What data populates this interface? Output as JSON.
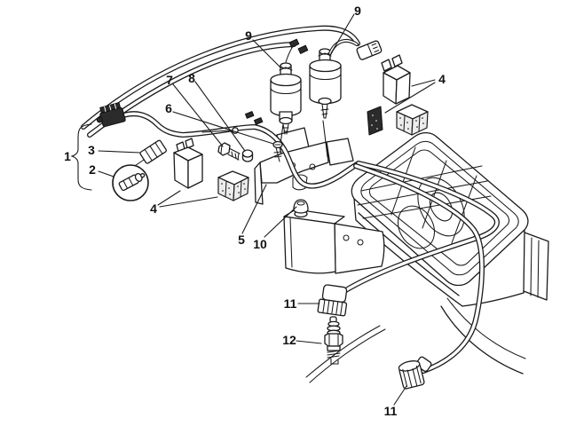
{
  "figure": {
    "type": "exploded-parts-line-diagram",
    "background_color": "#ffffff",
    "line_color": "#1a1a1a"
  },
  "callouts": [
    {
      "label": "9"
    },
    {
      "label": "9"
    },
    {
      "label": "4"
    },
    {
      "label": "7"
    },
    {
      "label": "8"
    },
    {
      "label": "6"
    },
    {
      "label": "1"
    },
    {
      "label": "3"
    },
    {
      "label": "2"
    },
    {
      "label": "4"
    },
    {
      "label": "5"
    },
    {
      "label": "10"
    },
    {
      "label": "11"
    },
    {
      "label": "12"
    },
    {
      "label": "11"
    }
  ]
}
